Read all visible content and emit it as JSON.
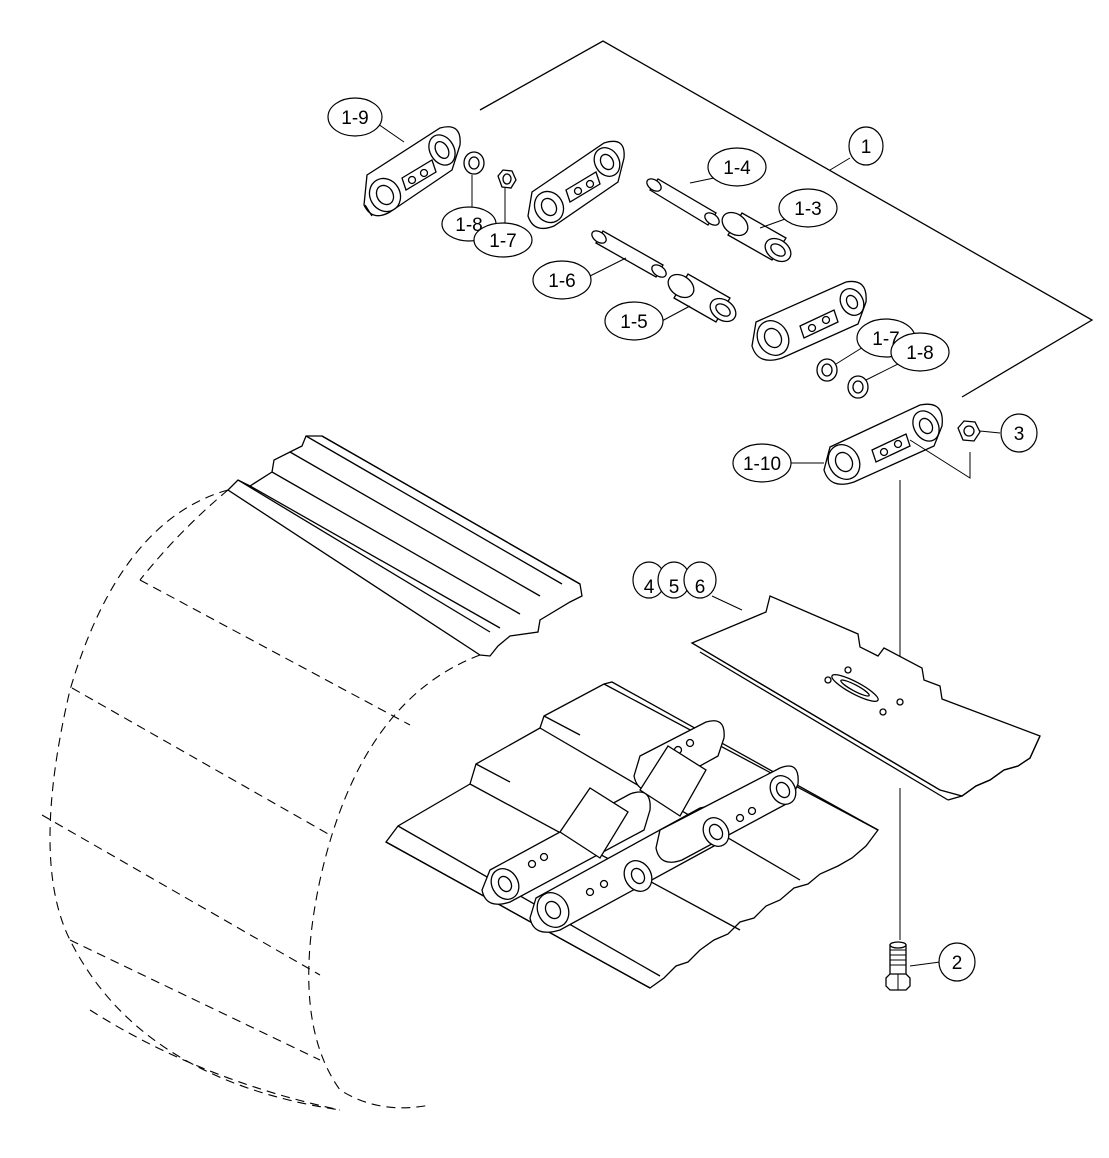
{
  "diagram": {
    "labels": {
      "l1": "1",
      "l1_3": "1-3",
      "l1_4": "1-4",
      "l1_5": "1-5",
      "l1_6": "1-6",
      "l1_7a": "1-7",
      "l1_7b": "1-7",
      "l1_8a": "1-8",
      "l1_8b": "1-8",
      "l1_9": "1-9",
      "l1_10": "1-10",
      "l2": "2",
      "l3": "3",
      "l4": "4",
      "l5": "5",
      "l6": "6"
    }
  }
}
